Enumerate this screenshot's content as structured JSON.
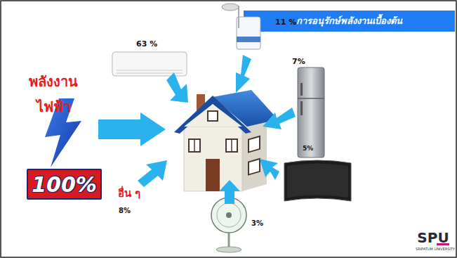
{
  "diagram": {
    "title": "การอนุรักษ์พลังงานเบื้องต้น",
    "nodes": [
      {
        "text": [
          "100%"
        ]
      }
    ],
    "labels": [
      "พลังงาน ไฟฟ้า",
      "63 %",
      "11 %",
      "7%",
      "5%",
      "3%",
      "อื่น ๆ",
      "8%",
      "SPU",
      "SRIPATUM UNIVERSITY"
    ]
  }
}
